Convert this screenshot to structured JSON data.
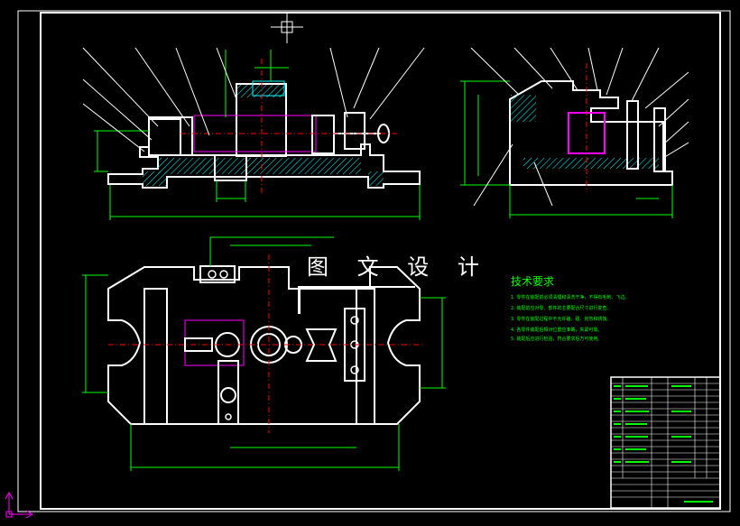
{
  "drawing": {
    "overlay_title": "图 文 设 计",
    "tech_requirements_title": "技术要求",
    "tech_notes": [
      "1. 零件在装配前必须清理和清洗干净，不得有毛刺、飞边。",
      "2. 装配前应对零、部件的主要配合尺寸进行复查。",
      "3. 零件在装配过程中不允许磕、碰、划伤和锈蚀。",
      "4. 各零件装配后相对位置应准确，夹紧可靠。",
      "5. 装配后应进行检验，符合要求后方可使用。"
    ]
  },
  "colors": {
    "background": "#000000",
    "outline": "#ffffff",
    "dimension": "#00ff00",
    "leader": "#ffffff",
    "hatch": "#00ffff",
    "part_highlight": "#ff00ff",
    "centerline": "#ff0000",
    "axis_icon": "#ff00ff"
  }
}
